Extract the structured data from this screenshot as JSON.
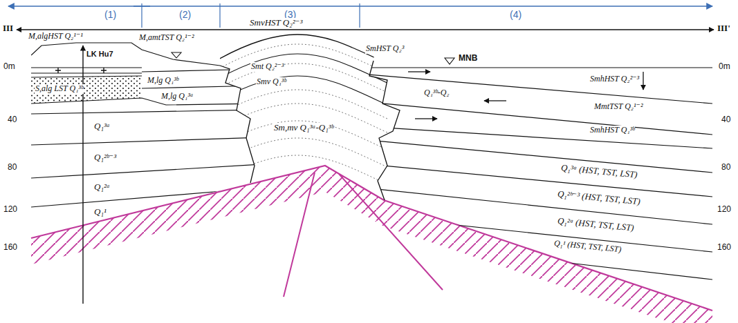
{
  "diagram": {
    "labels": [
      "(1)",
      "(2)",
      "(3)",
      "(4)",
      "III",
      "III'",
      "0m",
      "40",
      "80",
      "120",
      "160",
      "0m",
      "40",
      "80",
      "120",
      "160",
      "LK Hu7",
      "M,algHST Q₂¹⁻¹",
      "M,amtTST Q₂¹⁻²",
      "S,alg LST Q₁³ᵇ",
      "M,lg Q₁³ᵇ",
      "M,lg Q₁³ᵃ",
      "Q₁³ᵃ",
      "Q₁²ᵇ⁻³",
      "Q₁²ᵃ",
      "Q₁¹",
      "SmvHST Q₂²⁻³",
      "Smt Q₂²⁻³",
      "Smv Q₁³ᵇ",
      "Sm,mv Q₁³ᵃ-Q₁³ᵇ",
      "SmHST Q₂³",
      "MNB",
      "SmhHST Q₂²⁻³",
      "Q₁³ᵇ-Q₂",
      "MmtTST Q₂¹⁻²",
      "SmhHST Q₁³ᵇ",
      "Q₁³ᵃ (HST, TST, LST)",
      "Q₁²ᵇ⁻³ (HST, TST, LST)",
      "Q₁²ᵃ (HST, TST, LST)",
      "Q₁¹ (HST, TST, LST)"
    ]
  }
}
